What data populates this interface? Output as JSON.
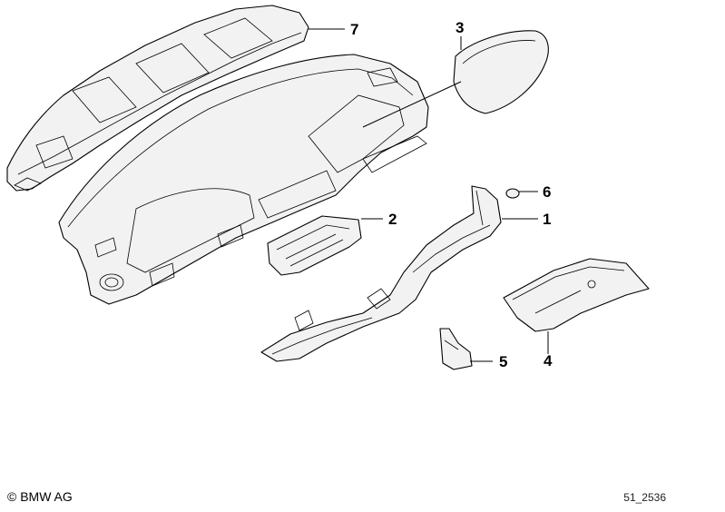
{
  "callouts": {
    "c1": "1",
    "c2": "2",
    "c3": "3",
    "c4": "4",
    "c5": "5",
    "c6": "6",
    "c7": "7"
  },
  "footer": {
    "copyright": "© BMW AG",
    "diagram_id": "51_2536"
  },
  "colors": {
    "line": "#000000",
    "fill": "#f2f2f2",
    "background": "#ffffff"
  }
}
